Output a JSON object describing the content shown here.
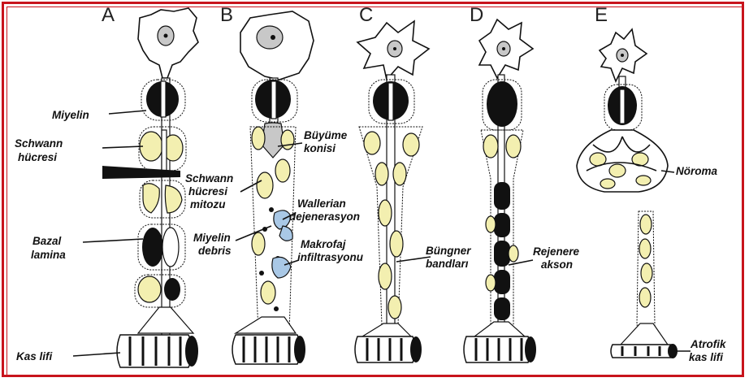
{
  "stages": [
    "A",
    "B",
    "C",
    "D",
    "E"
  ],
  "labels": {
    "miyelin": "Miyelin",
    "schwann_1": "Schwann",
    "schwann_2": "hücresi",
    "bazal_1": "Bazal",
    "bazal_2": "lamina",
    "kas_lifi": "Kas lifi",
    "schwann_mitoz_1": "Schwann",
    "schwann_mitoz_2": "hücresi",
    "schwann_mitoz_3": "mitozu",
    "miyelin_debris_1": "Miyelin",
    "miyelin_debris_2": "debris",
    "buyume_1": "Büyüme",
    "buyume_2": "konisi",
    "wallerian_1": "Wallerian",
    "wallerian_2": "dejenerasyon",
    "makrofaj_1": "Makrofaj",
    "makrofaj_2": "infiltrasyonu",
    "bungner_1": "Büngner",
    "bungner_2": "bandları",
    "rejenere_1": "Rejenere",
    "rejenere_2": "akson",
    "noroma": "Nöroma",
    "atrofik_1": "Atrofik",
    "atrofik_2": "kas lifi"
  },
  "colors": {
    "frame": "#c8141c",
    "schwann_cell": "#f3efb0",
    "macrophage": "#a9c8e6",
    "myelin": "#111111"
  }
}
